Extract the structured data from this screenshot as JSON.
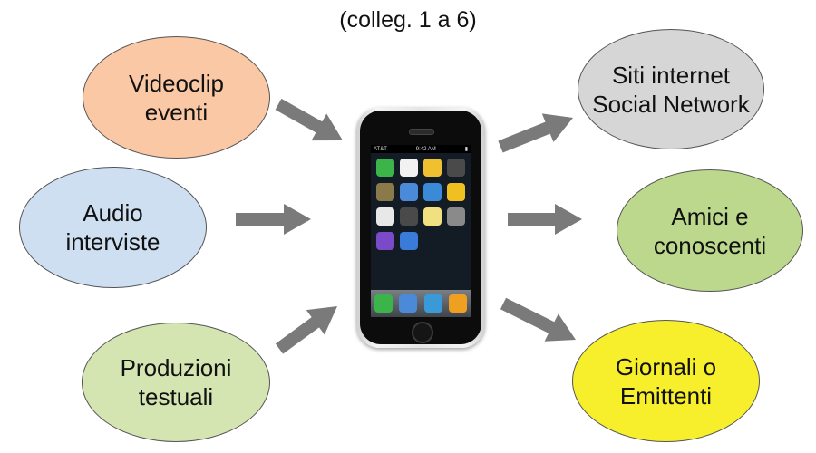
{
  "title": "(colleg. 1 a 6)",
  "nodes": [
    {
      "id": "videoclip",
      "label": "Videoclip\neventi",
      "fill": "#fac8a4"
    },
    {
      "id": "audio",
      "label": "Audio\ninterviste",
      "fill": "#cfdff2"
    },
    {
      "id": "produzioni",
      "label": "Produzioni\ntestuali",
      "fill": "#d4e5b2"
    },
    {
      "id": "siti",
      "label": "Siti internet\nSocial Network",
      "fill": "#d6d6d6"
    },
    {
      "id": "amici",
      "label": "Amici e\nconoscenti",
      "fill": "#bcd88d"
    },
    {
      "id": "giornali",
      "label": "Giornali o\nEmittenti",
      "fill": "#f7ef2c"
    }
  ],
  "arrow_color": "#7a7a7a",
  "phone": {
    "carrier": "AT&T",
    "time": "9:42 AM",
    "app_colors": [
      "#3bb54a",
      "#f2f2f2",
      "#f0c030",
      "#4a4a4a",
      "#8a7a4a",
      "#4a8ad8",
      "#3a8ad8",
      "#f0c020",
      "#e8e8e8",
      "#4a4a4a",
      "#f0e080",
      "#8a8a8a",
      "#7a4ac8",
      "#3a7ad8"
    ],
    "dock_colors": [
      "#3bb54a",
      "#4a8ad8",
      "#3a9ad8",
      "#f0a020"
    ]
  }
}
